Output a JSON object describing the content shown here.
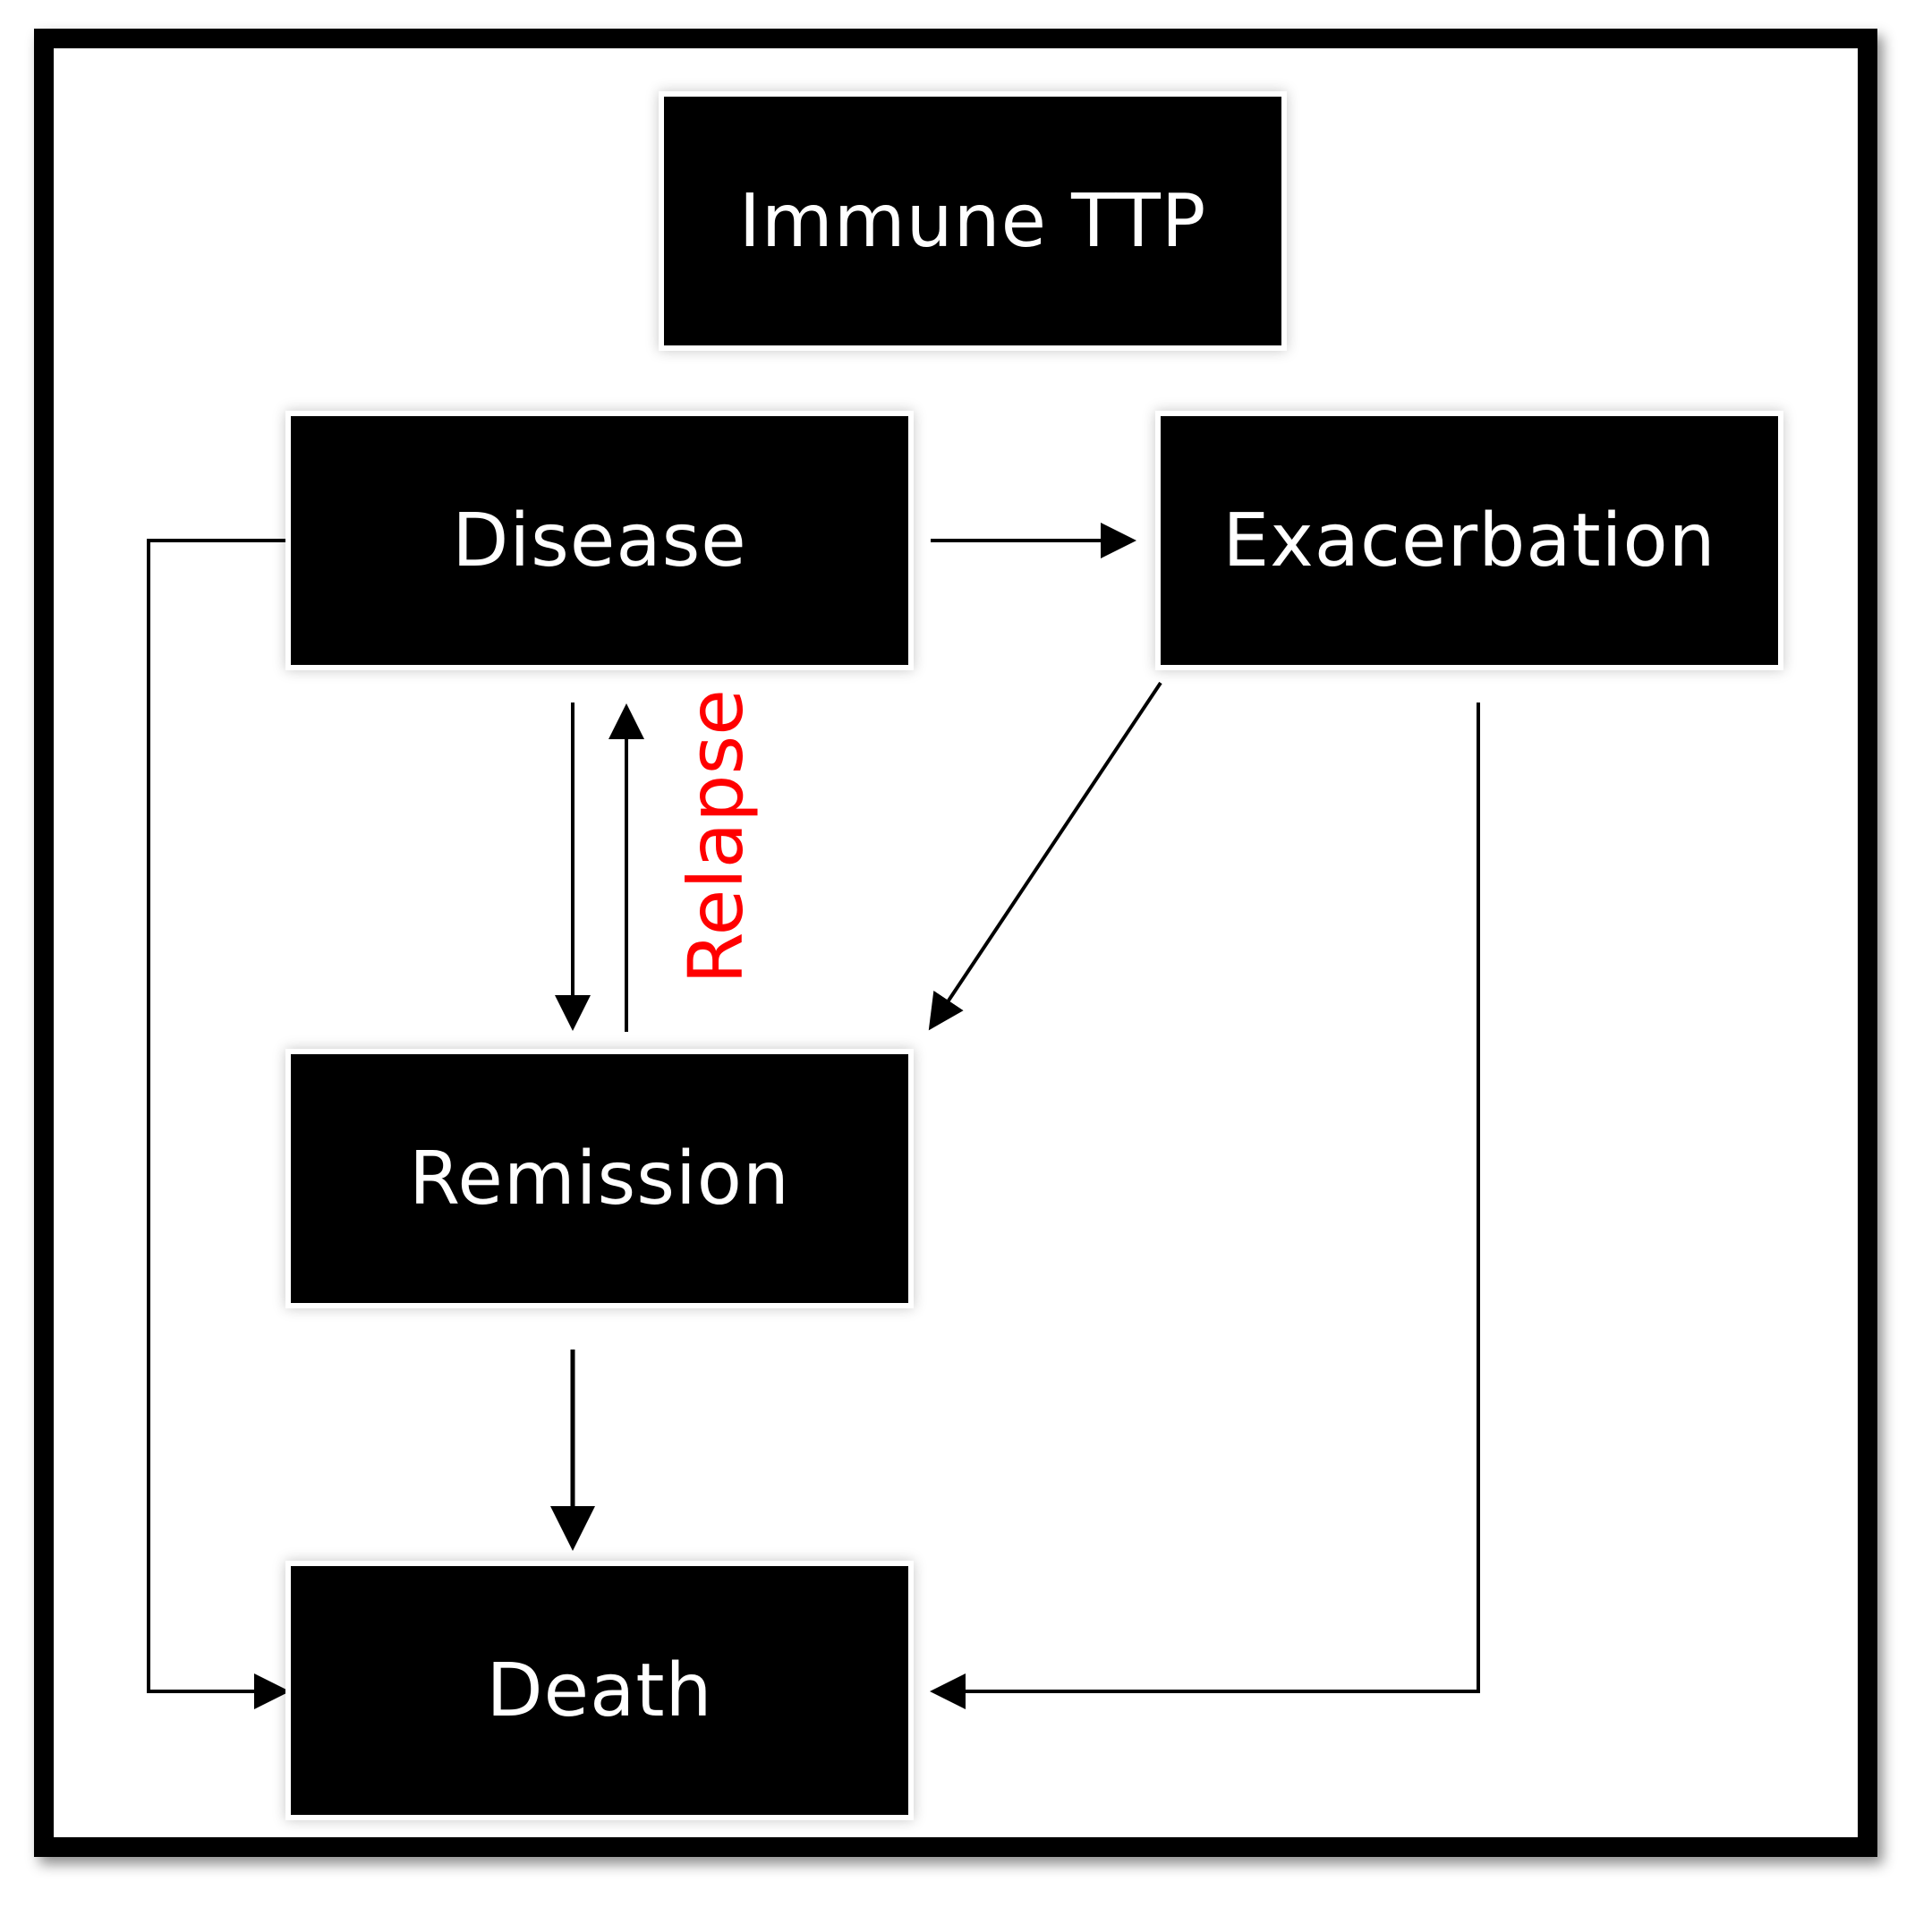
{
  "diagram": {
    "nodes": {
      "immune_ttp": "Immune TTP",
      "disease": "Disease",
      "exacerbation": "Exacerbation",
      "remission": "Remission",
      "death": "Death"
    },
    "edge_labels": {
      "relapse": "Relapse"
    },
    "colors": {
      "node_fill": "#000000",
      "node_text": "#ffffff",
      "edge": "#000000",
      "relapse_label": "#ff0000"
    },
    "edges": [
      {
        "from": "disease",
        "to": "exacerbation"
      },
      {
        "from": "disease",
        "to": "remission"
      },
      {
        "from": "remission",
        "to": "disease",
        "label": "Relapse"
      },
      {
        "from": "exacerbation",
        "to": "remission"
      },
      {
        "from": "remission",
        "to": "death"
      },
      {
        "from": "disease",
        "to": "death"
      },
      {
        "from": "exacerbation",
        "to": "death"
      }
    ]
  }
}
